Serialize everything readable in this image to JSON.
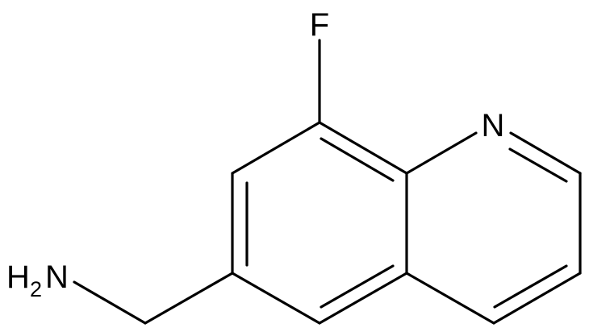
{
  "molecule": {
    "atom_labels": {
      "fluorine": "F",
      "ring_nitrogen": "N",
      "amine_prefix": "H",
      "amine_subscript": "2",
      "amine_suffix": "N"
    },
    "bond_color": "#000000",
    "label_color": "#000000",
    "background": "#ffffff"
  }
}
